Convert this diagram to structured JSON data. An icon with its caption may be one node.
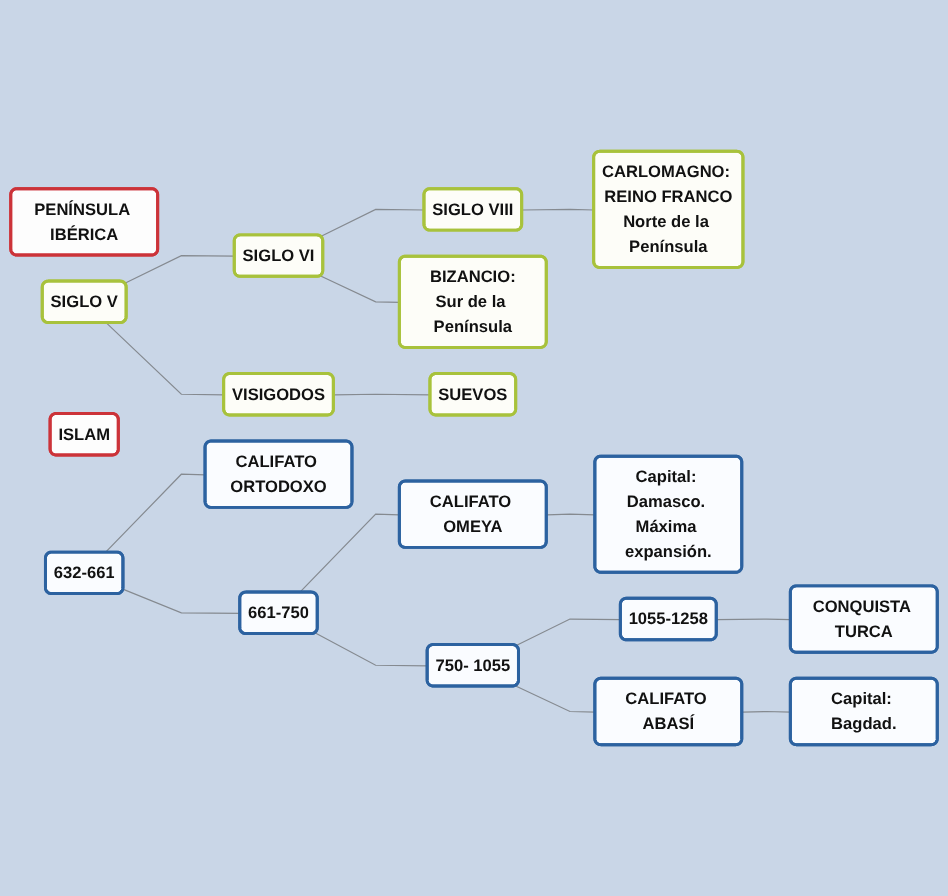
{
  "diagram": {
    "nodes": [
      {
        "text": [
          "PENÍNSULA IBÉRICA"
        ]
      },
      {
        "text": [
          "SIGLO V"
        ]
      },
      {
        "text": [
          "SIGLO VI"
        ]
      },
      {
        "text": [
          "SIGLO VIII"
        ]
      },
      {
        "text": [
          "VISIGODOS"
        ]
      },
      {
        "text": [
          "SUEVOS"
        ]
      },
      {
        "text": [
          "BIZANCIO:",
          "Sur de la Península"
        ]
      },
      {
        "text": [
          "CARLOMAGNO: REINO FRANCO",
          "Norte de la Península"
        ]
      },
      {
        "text": [
          "ISLAM"
        ]
      },
      {
        "text": [
          "632-661"
        ]
      },
      {
        "text": [
          "661-750"
        ]
      },
      {
        "text": [
          "750- 1055"
        ]
      },
      {
        "text": [
          "1055-1258"
        ]
      },
      {
        "text": [
          "CALIFATO ORTODOXO"
        ]
      },
      {
        "text": [
          "CALIFATO OMEYA"
        ]
      },
      {
        "text": [
          "Capital: Damasco. Máxima expansión."
        ]
      },
      {
        "text": [
          "CALIFATO ABASÍ"
        ]
      },
      {
        "text": [
          "Capital: Bagdad."
        ]
      },
      {
        "text": [
          "CONQUISTA TURCA"
        ]
      }
    ],
    "edges": [
      {
        "from": 1,
        "to": 2,
        "arrow": "none"
      },
      {
        "from": 2,
        "to": 3,
        "arrow": "none"
      },
      {
        "from": 1,
        "to": 4,
        "arrow": "none"
      },
      {
        "from": 4,
        "to": 5,
        "arrow": "none"
      },
      {
        "from": 2,
        "to": 6,
        "arrow": "none"
      },
      {
        "from": 3,
        "to": 7,
        "arrow": "none"
      },
      {
        "from": 9,
        "to": 10,
        "arrow": "none"
      },
      {
        "from": 10,
        "to": 11,
        "arrow": "none"
      },
      {
        "from": 11,
        "to": 12,
        "arrow": "none"
      },
      {
        "from": 9,
        "to": 13,
        "arrow": "none"
      },
      {
        "from": 10,
        "to": 14,
        "arrow": "none"
      },
      {
        "from": 14,
        "to": 15,
        "arrow": "none"
      },
      {
        "from": 11,
        "to": 16,
        "arrow": "none"
      },
      {
        "from": 16,
        "to": 17,
        "arrow": "none"
      },
      {
        "from": 12,
        "to": 18,
        "arrow": "none"
      }
    ]
  }
}
